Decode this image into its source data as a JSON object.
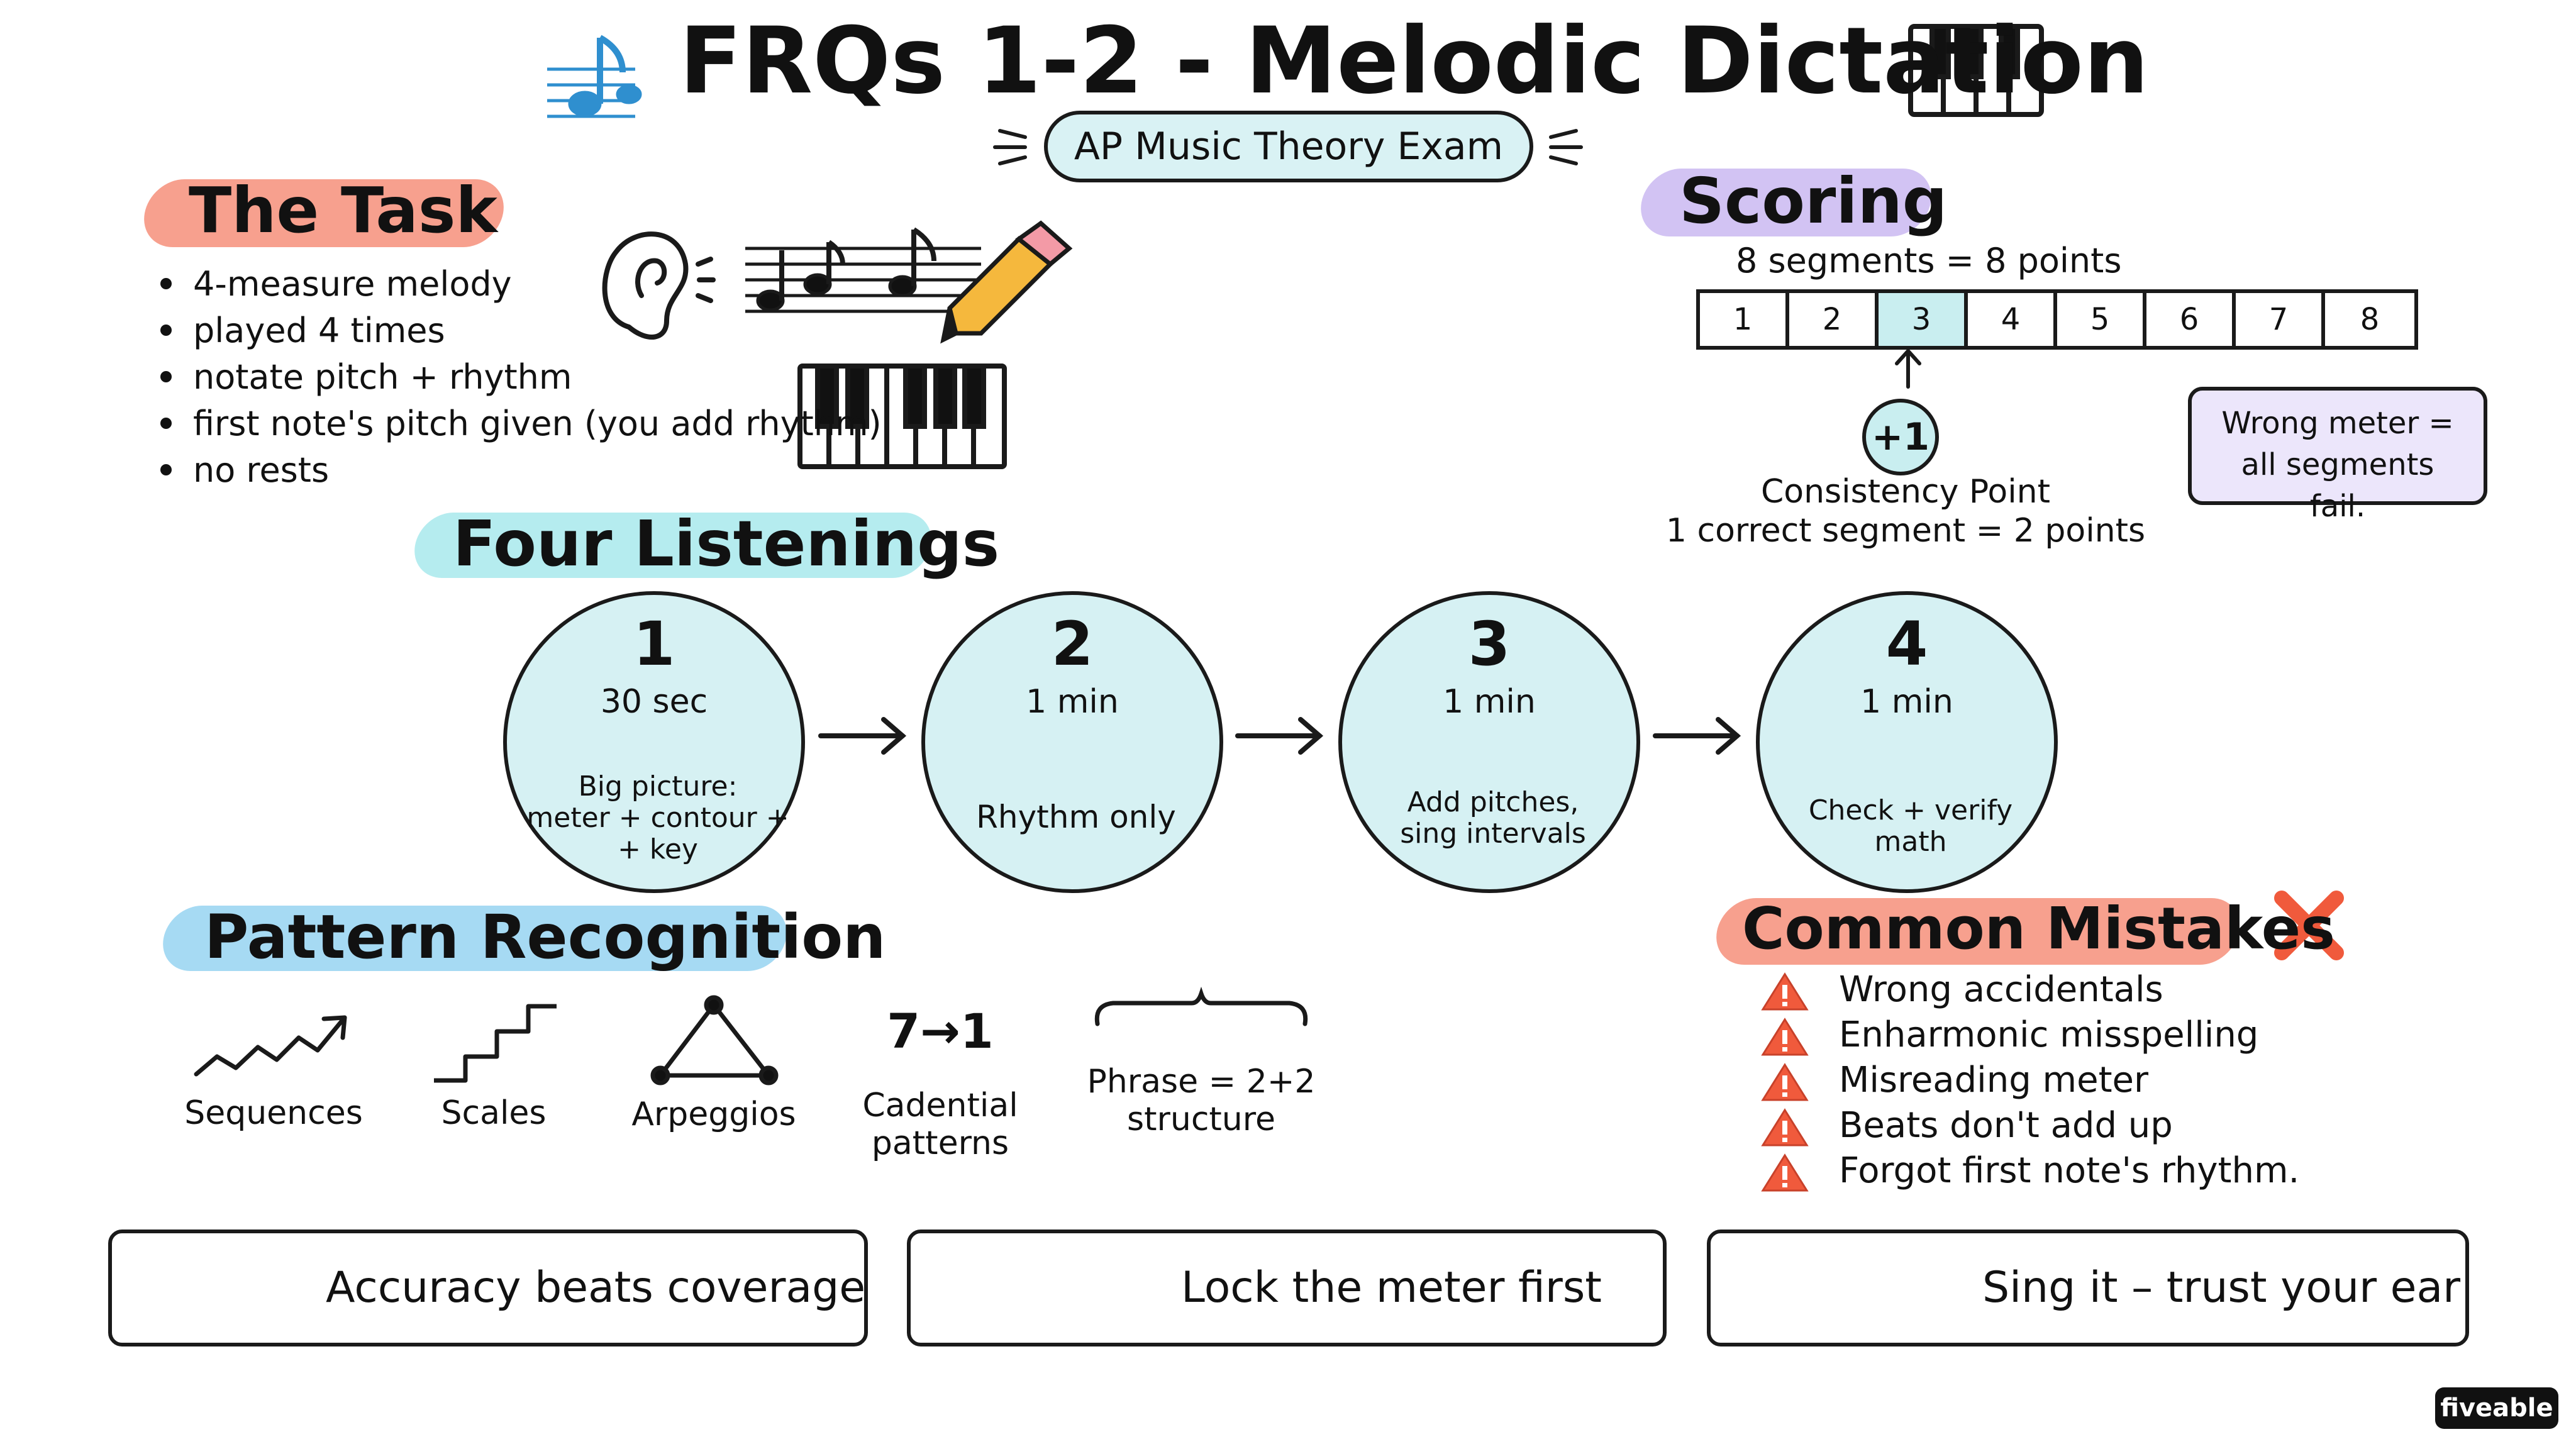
{
  "header": {
    "title": "FRQs 1-2 - Melodic Dictation",
    "subtitle": "AP Music Theory Exam"
  },
  "task": {
    "heading": "The Task",
    "items": [
      "4-measure melody",
      "played 4 times",
      "notate pitch + rhythm",
      "first note's pitch given (you add rhythm)",
      "no rests"
    ]
  },
  "scoring": {
    "heading": "Scoring",
    "summary": "8 segments = 8 points",
    "segments": [
      "1",
      "2",
      "3",
      "4",
      "5",
      "6",
      "7",
      "8"
    ],
    "highlighted_segment": 3,
    "bonus": "+1",
    "consistency_title": "Consistency Point",
    "consistency_rule": "1 correct segment = 2 points",
    "meter_note": "Wrong meter = all segments fail."
  },
  "listenings": {
    "heading": "Four Listenings",
    "steps": [
      {
        "number": "1",
        "duration": "30 sec",
        "caption_lines": [
          "Big picture:",
          "meter + contour +",
          "+ key"
        ],
        "icons": [
          "eye-icon",
          "contour-icon"
        ]
      },
      {
        "number": "2",
        "duration": "1 min",
        "caption_lines": [
          "Rhythm only"
        ],
        "icons": [
          "drum-icon"
        ]
      },
      {
        "number": "3",
        "duration": "1 min",
        "caption_lines": [
          "Add pitches,",
          "sing intervals"
        ],
        "icons": [
          "music-note-icon",
          "singing-mouth-icon"
        ]
      },
      {
        "number": "4",
        "duration": "1 min",
        "caption_lines": [
          "Check + verify",
          "math"
        ],
        "icons": [
          "staff-magnifier-icon"
        ]
      }
    ]
  },
  "patterns": {
    "heading": "Pattern Recognition",
    "items": [
      {
        "label_lines": [
          "Sequences"
        ],
        "icon": "sequence-zigzag-icon"
      },
      {
        "label_lines": [
          "Scales"
        ],
        "icon": "staircase-icon"
      },
      {
        "label_lines": [
          "Arpeggios"
        ],
        "icon": "triangle-icon"
      },
      {
        "label_lines": [
          "Cadential",
          "patterns"
        ],
        "icon_text": "7→1"
      },
      {
        "label_lines": [
          "Phrase = 2+2",
          "structure"
        ],
        "icon": "brace-icon"
      }
    ]
  },
  "mistakes": {
    "heading": "Common Mistakes",
    "items": [
      "Wrong accidentals",
      "Enharmonic misspelling",
      "Misreading meter",
      "Beats don't add up",
      "Forgot first note's rhythm."
    ]
  },
  "tips": [
    {
      "text": "Accuracy beats coverage",
      "icon": "ear-icon"
    },
    {
      "text": "Lock the meter first",
      "icon": "metronome-icon"
    },
    {
      "text": "Sing it – trust your ear",
      "icon": "note-check-icon"
    }
  ],
  "brand": "fiveable",
  "colors": {
    "task_highlight": "#f7a08e",
    "scoring_highlight": "#d2c3f3",
    "listening_highlight": "#b5ecef",
    "pattern_highlight": "#a6daf3",
    "mistakes_highlight": "#f7a08e",
    "circle_fill": "#d6f1f3",
    "chip_fill": "#d9f2f4",
    "note_box_fill": "#ece6fb",
    "ear_blue": "#2f8fcf",
    "metronome_purple": "#8b4fd6",
    "accent_orange": "#f05a3c"
  }
}
